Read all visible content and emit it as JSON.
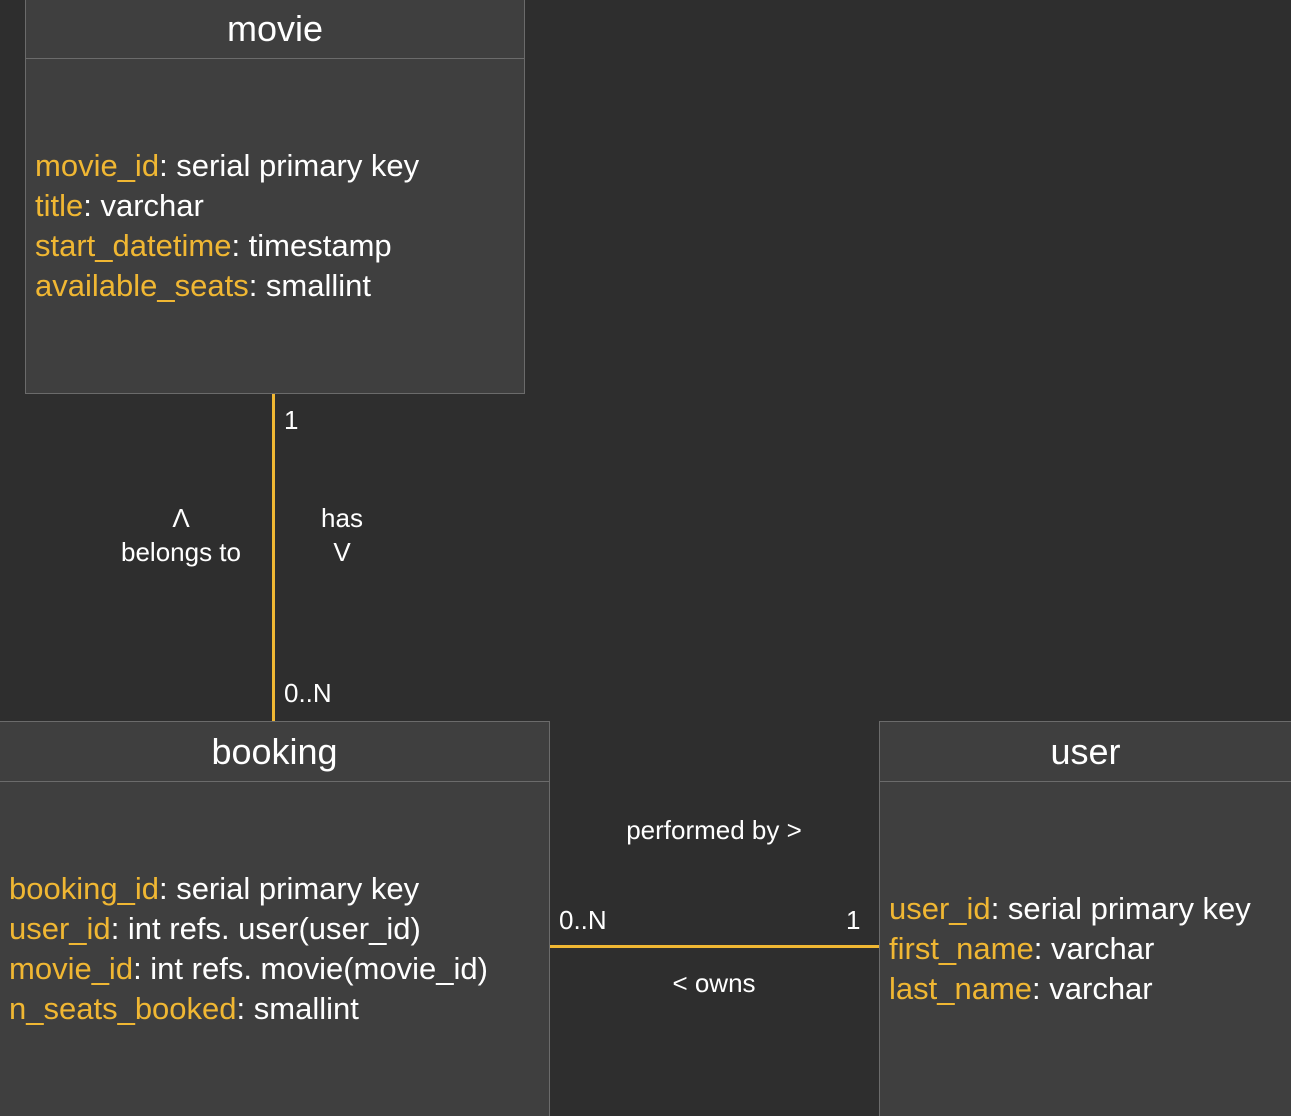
{
  "entities": {
    "movie": {
      "title": "movie",
      "fields": [
        {
          "name": "movie_id",
          "type": ": serial primary key"
        },
        {
          "name": "title",
          "type": ": varchar"
        },
        {
          "name": "start_datetime",
          "type": ": timestamp"
        },
        {
          "name": "available_seats",
          "type": ": smallint"
        }
      ]
    },
    "booking": {
      "title": "booking",
      "fields": [
        {
          "name": "booking_id",
          "type": ": serial primary key"
        },
        {
          "name": "user_id",
          "type": ": int refs. user(user_id)"
        },
        {
          "name": "movie_id",
          "type": ": int refs. movie(movie_id)"
        },
        {
          "name": "n_seats_booked",
          "type": ": smallint"
        }
      ]
    },
    "user": {
      "title": "user",
      "fields": [
        {
          "name": "user_id",
          "type": ": serial primary key"
        },
        {
          "name": "first_name",
          "type": ": varchar"
        },
        {
          "name": "last_name",
          "type": ": varchar"
        }
      ]
    }
  },
  "relationships": {
    "movie_booking": {
      "cardinality_top": "1",
      "cardinality_bottom": "0..N",
      "left_arrow": "Λ",
      "left_label": "belongs to",
      "right_label": "has",
      "right_arrow": "V"
    },
    "booking_user": {
      "cardinality_left": "0..N",
      "cardinality_right": "1",
      "top_label": "performed by >",
      "bottom_label": "< owns"
    }
  },
  "colors": {
    "background": "#2e2e2e",
    "entity_fill": "#3f3f3f",
    "border": "#6b6b6b",
    "accent": "#f0b733",
    "text": "#ffffff"
  }
}
